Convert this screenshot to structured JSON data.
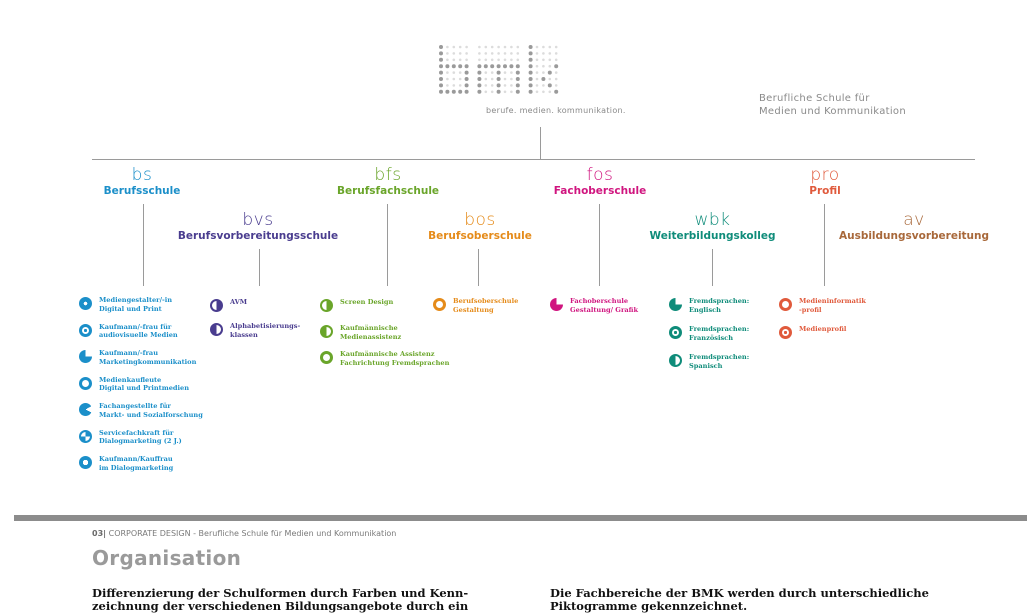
{
  "logo": {
    "text": "bmk",
    "tagline": "berufe. medien. kommunikation."
  },
  "school_name": [
    "Berufliche Schule für",
    "Medien und Kommunikation"
  ],
  "colors": {
    "bs": "#1b8fc9",
    "bvs": "#4a3d8f",
    "bfs": "#6aa52a",
    "bos": "#e58b1a",
    "fos": "#d0157f",
    "wbk": "#0f8c7a",
    "pro": "#e05a3c",
    "av": "#a8683a"
  },
  "schools": [
    {
      "abbr": "bs",
      "name": "Berufsschule",
      "color": "#1b8fc9"
    },
    {
      "abbr": "bvs",
      "name": "Berufsvorbereitungsschule",
      "color": "#4a3d8f"
    },
    {
      "abbr": "bfs",
      "name": "Berufsfachschule",
      "color": "#6aa52a"
    },
    {
      "abbr": "bos",
      "name": "Berufsoberschule",
      "color": "#e58b1a"
    },
    {
      "abbr": "fos",
      "name": "Fachoberschule",
      "color": "#d0157f"
    },
    {
      "abbr": "wbk",
      "name": "Weiterbildungskolleg",
      "color": "#0f8c7a"
    },
    {
      "abbr": "pro",
      "name": "Profil",
      "color": "#e05a3c"
    },
    {
      "abbr": "av",
      "name": "Ausbildungsvorbereitung",
      "color": "#a8683a"
    }
  ],
  "programs": {
    "bs": [
      {
        "line1": "Mediengestalter/-in",
        "line2": "Digital und Print",
        "icon": "pictogram-arrow-right"
      },
      {
        "line1": "Kaufmann/-frau für",
        "line2": "audiovisuelle Medien",
        "icon": "pictogram-dot"
      },
      {
        "line1": "Kaufmann/-frau",
        "line2": "Marketingkommunikation",
        "icon": "pictogram-wedge"
      },
      {
        "line1": "Medienkaufleute",
        "line2": "Digital und Printmedien",
        "icon": "pictogram-ring"
      },
      {
        "line1": "Fachangestellte für",
        "line2": "Markt- und Sozialforschung",
        "icon": "pictogram-play"
      },
      {
        "line1": "Servicefachkraft für",
        "line2": "Dialogmarketing (2 J.)",
        "icon": "pictogram-bowtie"
      },
      {
        "line1": "Kaufmann/Kauffrau",
        "line2": "im Dialogmarketing",
        "icon": "pictogram-disc"
      }
    ],
    "bvs": [
      {
        "line1": "AVM",
        "line2": "",
        "icon": "pictogram-half-left"
      },
      {
        "line1": "Alphabetisierungs-",
        "line2": "klassen",
        "icon": "pictogram-half-right"
      }
    ],
    "bfs": [
      {
        "line1": "Screen Design",
        "line2": "",
        "icon": "pictogram-half-left"
      },
      {
        "line1": "Kaufmännische",
        "line2": "Medienassistenz",
        "icon": "pictogram-half-right"
      },
      {
        "line1": "Kaufmännische Assistenz",
        "line2": "Fachrichtung Fremdsprachen",
        "icon": "pictogram-ring"
      }
    ],
    "bos": [
      {
        "line1": "Berufsoberschule",
        "line2": "Gestaltung",
        "icon": "pictogram-ring"
      }
    ],
    "fos": [
      {
        "line1": "Fachoberschule",
        "line2": "Gestaltung/ Grafik",
        "icon": "pictogram-wedge"
      }
    ],
    "wbk": [
      {
        "line1": "Fremdsprachen:",
        "line2": "Englisch",
        "icon": "pictogram-wedge"
      },
      {
        "line1": "Fremdsprachen:",
        "line2": "Französisch",
        "icon": "pictogram-dot"
      },
      {
        "line1": "Fremdsprachen:",
        "line2": "Spanisch",
        "icon": "pictogram-half-right"
      }
    ],
    "pro": [
      {
        "line1": "Medieninformatik",
        "line2": "-profil",
        "icon": "pictogram-ring"
      },
      {
        "line1": "Medienprofil",
        "line2": "",
        "icon": "pictogram-dot"
      }
    ]
  },
  "footer": {
    "page": "03|",
    "section": "CORPORATE DESIGN",
    "subtitle": "- Berufliche Schule für Medien und Kommunikation",
    "title": "Organisation",
    "left_text": [
      "Differenzierung der Schulformen durch Farben und Kenn-",
      "zeichnung der verschiedenen Bildungsangebote durch ein"
    ],
    "right_text": [
      "Die Fachbereiche der BMK  werden durch unterschiedliche",
      "Piktogramme gekennzeichnet."
    ]
  }
}
